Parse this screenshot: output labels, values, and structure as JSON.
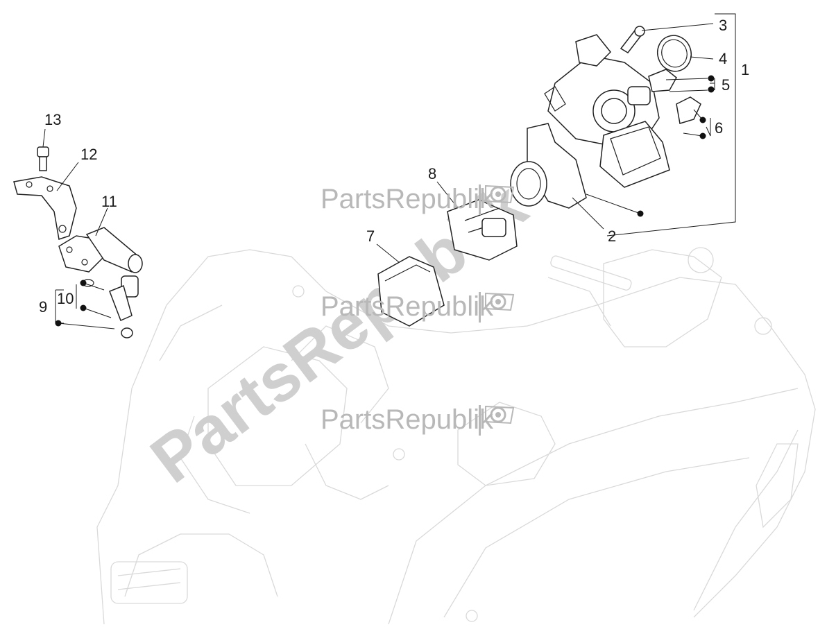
{
  "diagram": {
    "callouts": [
      "1",
      "2",
      "3",
      "4",
      "5",
      "6",
      "7",
      "8",
      "9",
      "10",
      "11",
      "12",
      "13"
    ],
    "watermark_text": "PartsRepublik",
    "icons": [
      "gear-icon",
      "flag-icon"
    ]
  }
}
